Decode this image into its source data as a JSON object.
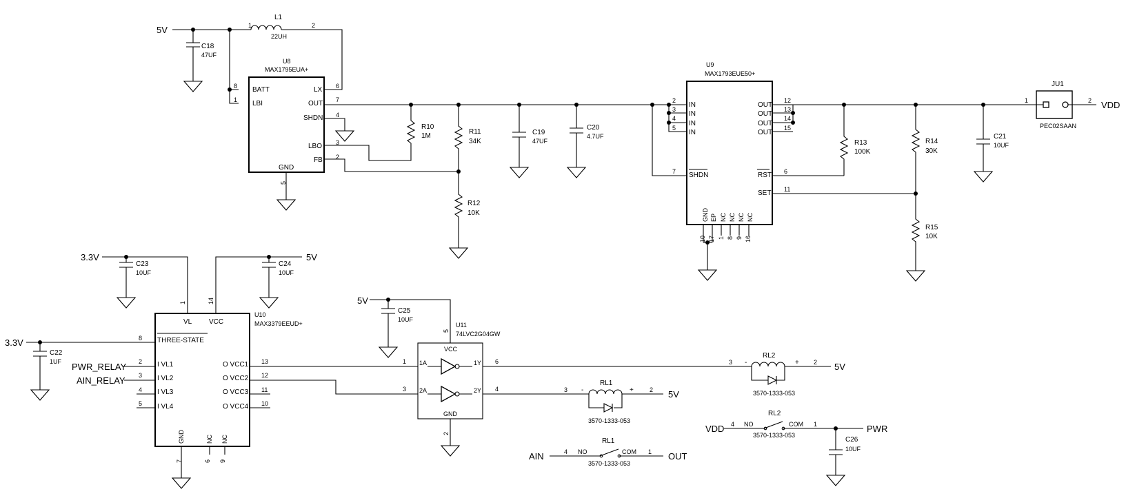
{
  "nets": {
    "v5": "5V",
    "v33": "3.3V",
    "vdd": "VDD",
    "pwr": "PWR",
    "ain": "AIN",
    "out": "OUT",
    "pwr_relay": "PWR_RELAY",
    "ain_relay": "AIN_RELAY"
  },
  "u8": {
    "ref": "U8",
    "part": "MAX1795EUA+",
    "p_batt": "BATT",
    "p_lbi": "LBI",
    "p_lx": "LX",
    "p_out": "OUT",
    "p_shdn": "SHDN",
    "p_lbo": "LBO",
    "p_fb": "FB",
    "p_gnd": "GND",
    "n_batt": "8",
    "n_lbi": "1",
    "n_lx": "6",
    "n_out": "7",
    "n_shdn": "4",
    "n_lbo": "3",
    "n_fb": "2",
    "n_gnd": "5"
  },
  "l1": {
    "ref": "L1",
    "value": "22UH",
    "pin1": "1",
    "pin2": "2"
  },
  "c18": {
    "ref": "C18",
    "value": "47UF"
  },
  "r10": {
    "ref": "R10",
    "value": "1M"
  },
  "r11": {
    "ref": "R11",
    "value": "34K"
  },
  "r12": {
    "ref": "R12",
    "value": "10K"
  },
  "c19": {
    "ref": "C19",
    "value": "47UF"
  },
  "c20": {
    "ref": "C20",
    "value": "4.7UF"
  },
  "u9": {
    "ref": "U9",
    "part": "MAX1793EUE50+",
    "p_in": "IN",
    "p_out": "OUT",
    "p_shdn": "SHDN",
    "p_rst": "RST",
    "p_set": "SET",
    "p_gnd": "GND",
    "p_ep": "EP",
    "p_nc": "NC",
    "n_in": [
      "2",
      "3",
      "4",
      "5"
    ],
    "n_out": [
      "12",
      "13",
      "14",
      "15"
    ],
    "n_shdn": "7",
    "n_rst": "6",
    "n_set": "11",
    "n_bottom": [
      "10",
      "17",
      "1",
      "8",
      "9",
      "16"
    ]
  },
  "r13": {
    "ref": "R13",
    "value": "100K"
  },
  "r14": {
    "ref": "R14",
    "value": "30K"
  },
  "r15": {
    "ref": "R15",
    "value": "10K"
  },
  "c21": {
    "ref": "C21",
    "value": "10UF"
  },
  "ju1": {
    "ref": "JU1",
    "part": "PEC02SAAN",
    "pin1": "1",
    "pin2": "2"
  },
  "c23": {
    "ref": "C23",
    "value": "10UF"
  },
  "c24": {
    "ref": "C24",
    "value": "10UF"
  },
  "c22": {
    "ref": "C22",
    "value": "1UF"
  },
  "u10": {
    "ref": "U10",
    "part": "MAX3379EEUD+",
    "p_vl": "VL",
    "p_vcc": "VCC",
    "p_ts": "THREE-STATE",
    "p_gnd": "GND",
    "p_nc": "NC",
    "p_in": [
      "I VL1",
      "I VL2",
      "I VL3",
      "I VL4"
    ],
    "p_out": [
      "O VCC1",
      "O VCC2",
      "O VCC3",
      "O VCC4"
    ],
    "n_vl": "1",
    "n_vcc": "14",
    "n_ts": "8",
    "n_in": [
      "2",
      "3",
      "4",
      "5"
    ],
    "n_out": [
      "13",
      "12",
      "11",
      "10"
    ],
    "n_gnd": "7",
    "n_nc": [
      "6",
      "9"
    ]
  },
  "c25": {
    "ref": "C25",
    "value": "10UF"
  },
  "u11": {
    "ref": "U11",
    "part": "74LVC2G04GW",
    "p_vcc": "VCC",
    "p_gnd": "GND",
    "p_1a": "1A",
    "p_2a": "2A",
    "p_1y": "1Y",
    "p_2y": "2Y",
    "n_vcc": "5",
    "n_gnd": "2",
    "n_1a": "1",
    "n_2a": "3",
    "n_1y": "6",
    "n_2y": "4"
  },
  "rl2coil": {
    "ref": "RL2",
    "part": "3570-1333-053",
    "pin_neg": "3",
    "pin_pos": "2",
    "minus": "-",
    "plus": "+"
  },
  "rl1coil": {
    "ref": "RL1",
    "part": "3570-1333-053",
    "pin_neg": "3",
    "pin_pos": "2",
    "minus": "-",
    "plus": "+"
  },
  "rl2sw": {
    "ref": "RL2",
    "part": "3570-1333-053",
    "no": "NO",
    "com": "COM",
    "pin_no": "4",
    "pin_com": "1"
  },
  "rl1sw": {
    "ref": "RL1",
    "part": "3570-1333-053",
    "no": "NO",
    "com": "COM",
    "pin_no": "4",
    "pin_com": "1"
  },
  "c26": {
    "ref": "C26",
    "value": "10UF"
  }
}
